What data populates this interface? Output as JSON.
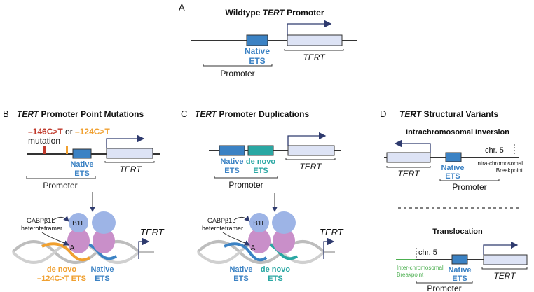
{
  "panelA": {
    "letter": "A",
    "title_prefix": "Wildtype ",
    "title_gene": "TERT",
    "title_suffix": " Promoter",
    "native_line1": "Native",
    "native_line2": "ETS",
    "gene": "TERT",
    "promoter": "Promoter"
  },
  "panelB": {
    "letter": "B",
    "title_gene": "TERT",
    "title_suffix": " Promoter Point Mutations",
    "mut1": "–146C>T",
    "or": " or ",
    "mut2": "–124C>T",
    "mutation": "mutation",
    "native_line1": "Native",
    "native_line2": "ETS",
    "gene": "TERT",
    "promoter": "Promoter",
    "gabp_line1": "GABPβ1L",
    "gabp_line2": "heterotetramer",
    "b1l": "B1L",
    "a": "A",
    "denovo_line1": "de novo",
    "denovo_line2": "–124C>T ETS",
    "native_bottom_line1": "Native",
    "native_bottom_line2": "ETS",
    "gene_bottom": "TERT"
  },
  "panelC": {
    "letter": "C",
    "title_gene": "TERT",
    "title_suffix": " Promoter Duplications",
    "native_line1": "Native",
    "native_line2": "ETS",
    "denovo_line1": "de novo",
    "denovo_line2": "ETS",
    "gene": "TERT",
    "promoter": "Promoter",
    "gabp_line1": "GABPβ1L",
    "gabp_line2": "heterotetramer",
    "b1l": "B1L",
    "a": "A",
    "native_bottom_line1": "Native",
    "native_bottom_line2": "ETS",
    "denovo_bottom_line1": "de novo",
    "denovo_bottom_line2": "ETS",
    "gene_bottom": "TERT"
  },
  "panelD": {
    "letter": "D",
    "title_gene": "TERT",
    "title_suffix": " Structural Variants",
    "inversion_title": "Intrachromosomal Inversion",
    "chr5_top": "chr. 5",
    "intra_line1": "Intra-chromosomal",
    "intra_line2": "Breakpoint",
    "gene_top": "TERT",
    "native_top_line1": "Native",
    "native_top_line2": "ETS",
    "promoter_top": "Promoter",
    "translocation_title": "Translocation",
    "chr5_bottom": "chr. 5",
    "inter_line1": "Inter-chromosomal",
    "inter_line2": "Breakpoint",
    "native_bottom_line1": "Native",
    "native_bottom_line2": "ETS",
    "gene_bottom": "TERT",
    "promoter_bottom": "Promoter"
  },
  "colors": {
    "native_ets": "#3b82c4",
    "de_novo_teal": "#2aa7a3",
    "tert_box": "#dde3f5",
    "mut_red": "#c0392b",
    "mut_orange": "#f0a030",
    "arrow": "#2e3a6e",
    "protein_b1l": "#9db4e6",
    "protein_a": "#c98fc9",
    "breakpoint_green": "#4caf50"
  }
}
